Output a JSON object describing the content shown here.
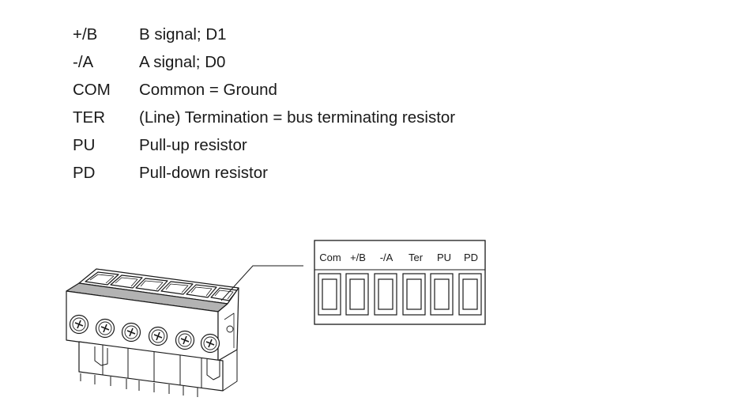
{
  "legend": [
    {
      "key": "+/B",
      "desc": "B signal; D1"
    },
    {
      "key": "-/A",
      "desc": "A signal; D0"
    },
    {
      "key": "COM",
      "desc": "Common = Ground"
    },
    {
      "key": "TER",
      "desc": "(Line) Termination = bus terminating resistor"
    },
    {
      "key": "PU",
      "desc": "Pull-up resistor"
    },
    {
      "key": "PD",
      "desc": "Pull-down resistor"
    }
  ],
  "connector": {
    "pin_labels": [
      "Com",
      "+/B",
      "-/A",
      "Ter",
      "PU",
      "PD"
    ]
  }
}
